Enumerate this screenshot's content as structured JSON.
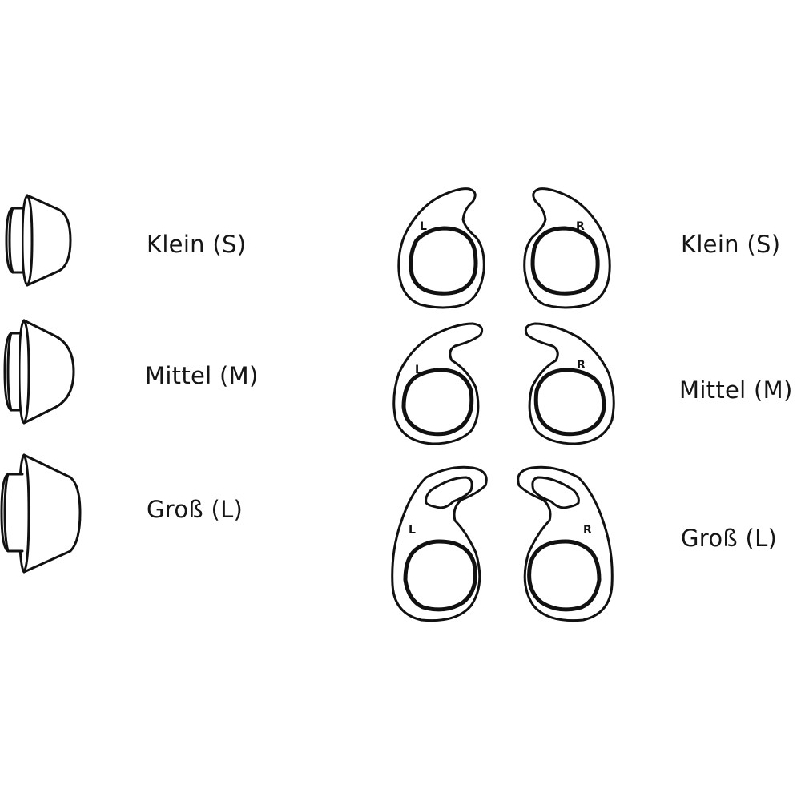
{
  "ear_tips": {
    "title": "ear-tips",
    "items": [
      {
        "size": "S",
        "label": "Klein (S)"
      },
      {
        "size": "M",
        "label": "Mittel (M)"
      },
      {
        "size": "L",
        "label": "Groß (L)"
      }
    ]
  },
  "ear_wings": {
    "title": "ear-wings",
    "side_left": "L",
    "side_right": "R",
    "items": [
      {
        "size": "S",
        "label": "Klein (S)",
        "left_mark": "L",
        "right_mark": "R"
      },
      {
        "size": "M",
        "label": "Mittel (M)",
        "left_mark": "L",
        "right_mark": "R"
      },
      {
        "size": "L",
        "label": "Groß (L)",
        "left_mark": "L",
        "right_mark": "R"
      }
    ]
  },
  "colors": {
    "background": "#ffffff",
    "line": "#111111"
  }
}
